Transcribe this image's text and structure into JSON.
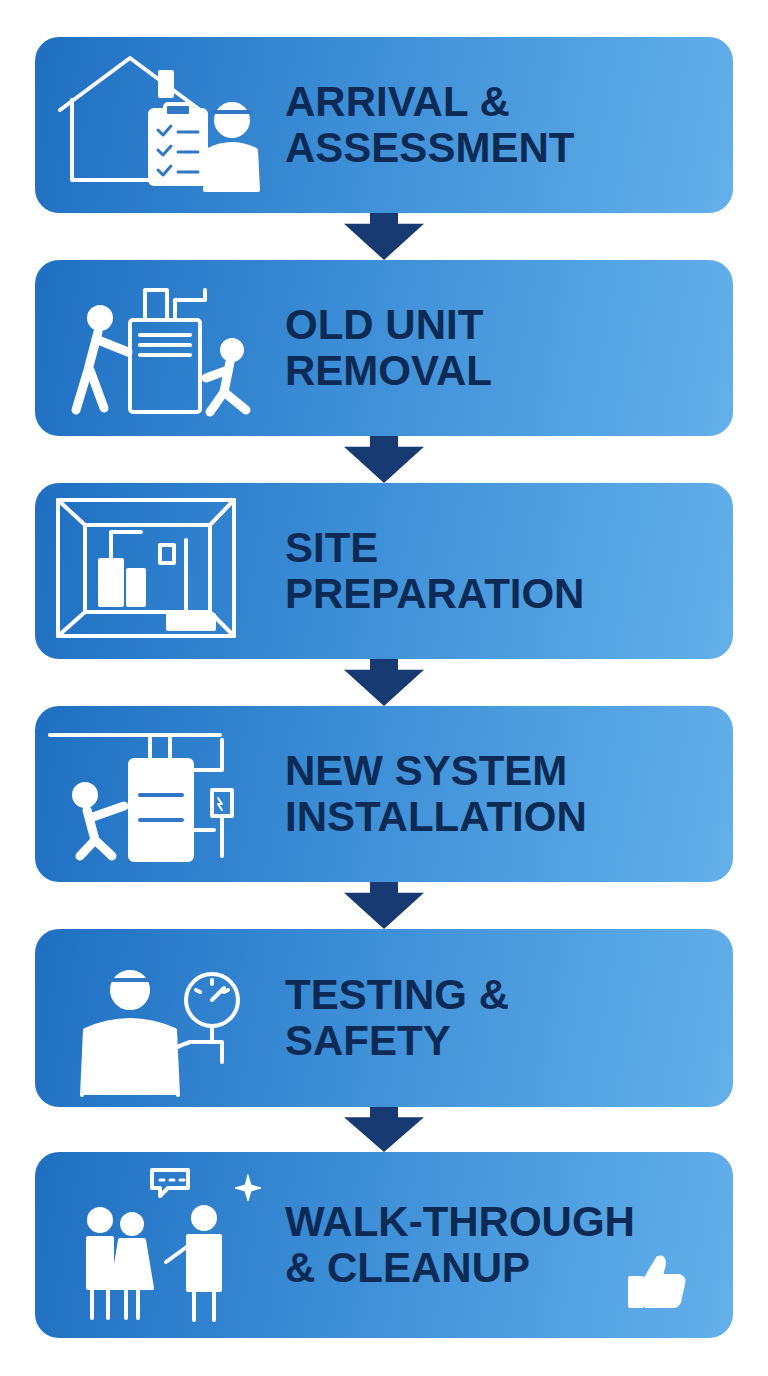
{
  "diagram": {
    "nodes": [
      {
        "text": [
          "ARRIVAL & ASSESSMENT"
        ]
      },
      {
        "text": [
          "OLD UNIT REMOVAL"
        ]
      },
      {
        "text": [
          "SITE PREPARATION"
        ]
      },
      {
        "text": [
          "NEW SYSTEM INSTALLATION"
        ]
      },
      {
        "text": [
          "TESTING & SAFETY"
        ]
      },
      {
        "text": [
          "WALK-THROUGH & CLEANUP"
        ]
      }
    ],
    "edges": [
      {
        "from": 0,
        "to": 1,
        "arrow": "to"
      },
      {
        "from": 1,
        "to": 2,
        "arrow": "to"
      },
      {
        "from": 2,
        "to": 3,
        "arrow": "to"
      },
      {
        "from": 3,
        "to": 4,
        "arrow": "to"
      },
      {
        "from": 4,
        "to": 5,
        "arrow": "to"
      }
    ]
  }
}
